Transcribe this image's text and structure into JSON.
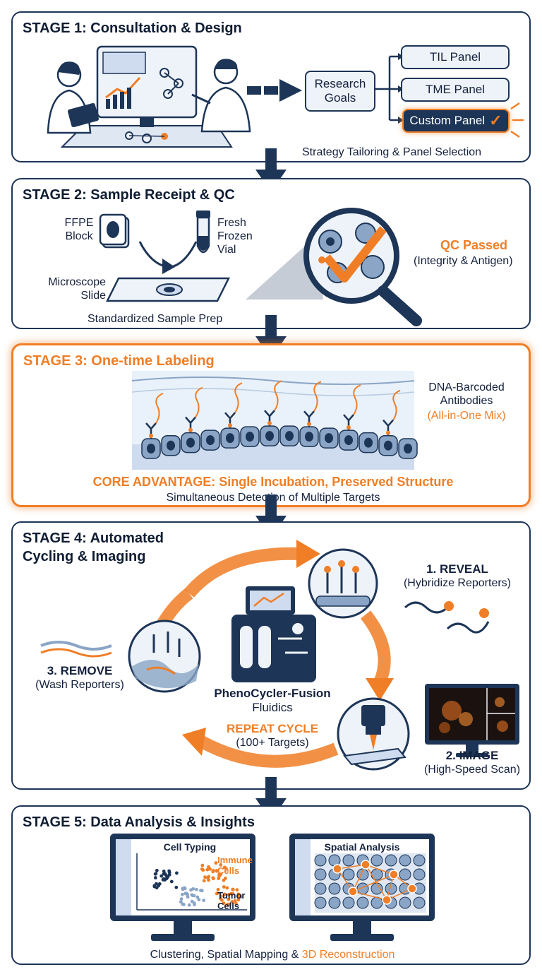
{
  "stage1": {
    "title": "STAGE 1: Consultation & Design",
    "goals": "Research Goals",
    "panels": [
      "TIL Panel",
      "TME Panel",
      "Custom Panel"
    ],
    "caption": "Strategy Tailoring & Panel Selection"
  },
  "stage2": {
    "title": "STAGE 2: Sample Receipt & QC",
    "ffpe": "FFPE Block",
    "frozen": "Fresh Frozen Vial",
    "slide": "Microscope Slide",
    "caption": "Standardized Sample Prep",
    "qc": "QC Passed",
    "qc_detail": "(Integrity & Antigen)"
  },
  "stage3": {
    "title": "STAGE 3: One-time Labeling",
    "antibodies": "DNA-Barcoded Antibodies",
    "mix": "(All-in-One Mix)",
    "advantage": "CORE ADVANTAGE: Single Incubation, Preserved Structure",
    "caption": "Simultaneous Detection of Multiple Targets"
  },
  "stage4": {
    "title_line1": "STAGE 4: Automated",
    "title_line2": "Cycling & Imaging",
    "reveal": "1. REVEAL",
    "reveal_detail": "(Hybridize Reporters)",
    "image": "2. IMAGE",
    "image_detail": "(High-Speed Scan)",
    "remove": "3. REMOVE",
    "remove_detail": "(Wash Reporters)",
    "instrument": "PhenoCycler-Fusion",
    "fluidics": "Fluidics",
    "repeat": "REPEAT CYCLE",
    "targets": "(100+ Targets)"
  },
  "stage5": {
    "title": "STAGE 5: Data Analysis & Insights",
    "cell_typing": "Cell Typing",
    "immune": "Immune Cells",
    "tumor": "Tumor Cells",
    "spatial": "Spatial Analysis",
    "caption_main": "Clustering, Spatial Mapping & ",
    "caption_highlight": "3D Reconstruction"
  },
  "colors": {
    "navy": "#1d3557",
    "orange": "#f07e26",
    "light": "#eef3fa"
  }
}
